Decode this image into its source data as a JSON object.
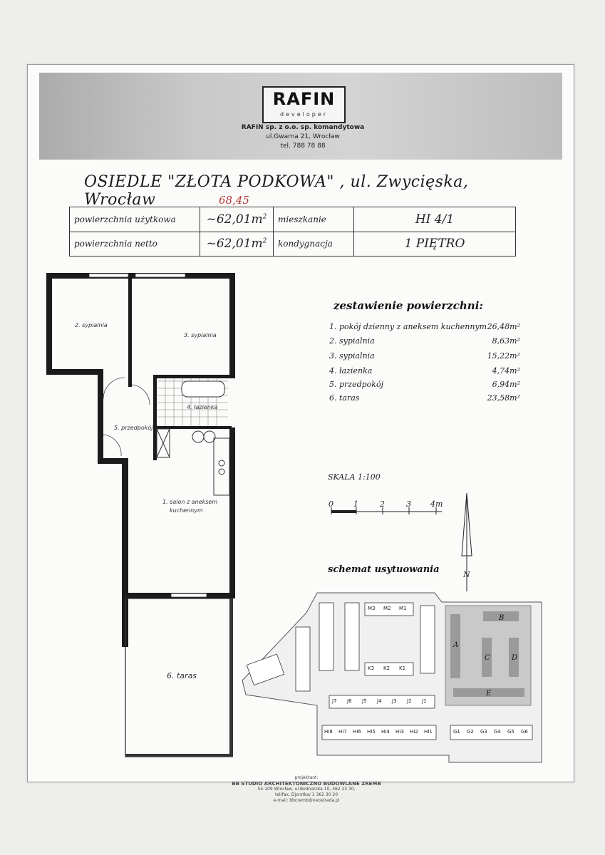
{
  "header": {
    "logo_name": "RAFIN",
    "logo_sub": "developer",
    "company_name": "RAFIN sp. z o.o. sp. komandytowa",
    "company_address": "ul.Gwarna 21, Wrocław",
    "company_phone": "tel. 788 78 88"
  },
  "title": {
    "estate": "OSIEDLE \"ZŁOTA PODKOWA\"  , ul. Zwycięska, Wrocław",
    "handwritten_note": "68,45"
  },
  "info_table": {
    "rows": [
      {
        "label": "powierzchnia użytkowa",
        "value": "~62,01m",
        "sup": "2",
        "label2": "mieszkanie",
        "value2": "HI 4/1"
      },
      {
        "label": "powierzchnia netto",
        "value": "~62,01m",
        "sup": "2",
        "label2": "kondygnacja",
        "value2": "1 PIĘTRO"
      }
    ]
  },
  "plan": {
    "rooms": [
      {
        "id": "r2",
        "label": "2. sypialnia"
      },
      {
        "id": "r3",
        "label": "3. sypialnia"
      },
      {
        "id": "r4",
        "label": "4. łazienka"
      },
      {
        "id": "r5",
        "label": "5. przedpokój"
      },
      {
        "id": "r1a",
        "label": "1. salon z aneksem"
      },
      {
        "id": "r1b",
        "label": "kuchennym"
      },
      {
        "id": "r6",
        "label": "6. taras"
      }
    ]
  },
  "summary": {
    "title": "zestawienie powierzchni:",
    "items": [
      {
        "name": "1. pokój dzienny z aneksem kuchennym",
        "area": "26,48m²"
      },
      {
        "name": "2. sypialnia",
        "area": "8,63m²"
      },
      {
        "name": "3. sypialnia",
        "area": "15,22m²"
      },
      {
        "name": "4. łazienka",
        "area": "4,74m²"
      },
      {
        "name": "5. przedpokój",
        "area": "6,94m²"
      },
      {
        "name": "6. taras",
        "area": "23,58m²"
      }
    ]
  },
  "scale": {
    "title": "SKALA 1:100",
    "ticks": [
      "0",
      "1",
      "2",
      "3",
      "4m"
    ],
    "north": "N"
  },
  "site_plan": {
    "title": "schemat usytuowania",
    "blocks": {
      "M": [
        "M3",
        "M2",
        "M1"
      ],
      "K": [
        "K3",
        "K2",
        "K1"
      ],
      "J": [
        "J7",
        "J6",
        "J5",
        "J4",
        "J3",
        "J2",
        "J1"
      ],
      "HI": [
        "HI8",
        "HI7",
        "HI6",
        "HI5",
        "HI4",
        "HI3",
        "HI2",
        "HI1"
      ],
      "G": [
        "G1",
        "G2",
        "G3",
        "G4",
        "G5",
        "G6"
      ],
      "letters": [
        "A",
        "B",
        "C",
        "D",
        "E"
      ]
    }
  },
  "footer": {
    "label": "projektant:",
    "main": "BB STUDIO ARCHITEKTONICZNO BUDOWLANE ZREMB",
    "line1": "54-109 Wrocław, ul.Bednarska 10, 362 23 30,",
    "line2": "tel/fax. Djorstka/ 1 362 30 20",
    "line3": "e-mail: bbcremb@neostrada.pl"
  }
}
